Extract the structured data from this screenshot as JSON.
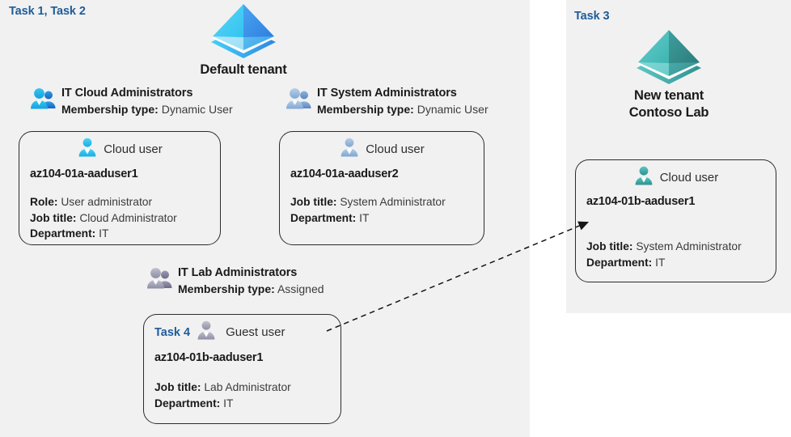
{
  "panels": {
    "left_task_label": "Task 1, Task 2",
    "right_task_label": "Task 3"
  },
  "tenants": [
    {
      "id": "default-tenant",
      "icon": "azure-ad-tenant-icon",
      "caption_line1": "Default tenant",
      "caption_line2": "",
      "color": "#3fa9f5"
    },
    {
      "id": "new-tenant",
      "icon": "azure-ad-tenant-icon",
      "caption_line1": "New  tenant",
      "caption_line2": "Contoso Lab",
      "color": "#45aeae"
    }
  ],
  "groups": [
    {
      "id": "it-cloud-administrators",
      "icon": "group-users-icon",
      "title": "IT Cloud Administrators",
      "meta_label": "Membership type:",
      "meta_value": "Dynamic User",
      "color": "#1aabe3"
    },
    {
      "id": "it-system-administrators",
      "icon": "group-users-icon",
      "title": "IT System Administrators",
      "meta_label": "Membership type:",
      "meta_value": "Dynamic User",
      "color": "#8aaed8"
    },
    {
      "id": "it-lab-administrators",
      "icon": "group-users-icon",
      "title": "IT Lab Administrators",
      "meta_label": "Membership type:",
      "meta_value": "Assigned",
      "color": "#9a9ab0"
    }
  ],
  "cards": [
    {
      "id": "card-az104-01a-aaduser1",
      "task_tag": "",
      "user_type": "Cloud user",
      "avatar_icon": "cloud-user-icon",
      "name": "az104-01a-aaduser1",
      "attributes": [
        {
          "label": "Role:",
          "value": "User administrator"
        },
        {
          "label": "Job title:",
          "value": "Cloud Administrator"
        },
        {
          "label": "Department:",
          "value": "IT"
        }
      ]
    },
    {
      "id": "card-az104-01a-aaduser2",
      "task_tag": "",
      "user_type": "Cloud user",
      "avatar_icon": "cloud-user-icon",
      "name": "az104-01a-aaduser2",
      "attributes": [
        {
          "label": "Job title:",
          "value": "System Administrator"
        },
        {
          "label": "Department:",
          "value": "IT"
        }
      ]
    },
    {
      "id": "card-az104-01b-aaduser1-new-tenant",
      "task_tag": "",
      "user_type": "Cloud user",
      "avatar_icon": "cloud-user-icon",
      "name": "az104-01b-aaduser1",
      "attributes": [
        {
          "label": "Job title:",
          "value": "System Administrator"
        },
        {
          "label": "Department:",
          "value": "IT"
        }
      ]
    },
    {
      "id": "card-az104-01b-aaduser1-guest",
      "task_tag": "Task 4",
      "user_type": "Guest user",
      "avatar_icon": "guest-user-icon",
      "name": "az104-01b-aaduser1",
      "attributes": [
        {
          "label": "Job title:",
          "value": "Lab Administrator"
        },
        {
          "label": "Department:",
          "value": "IT"
        }
      ]
    }
  ],
  "connector": {
    "name": "guest-user-invitation-arrow",
    "style": "dashed",
    "from": "card-az104-01b-aaduser1-guest",
    "to": "card-az104-01b-aaduser1-new-tenant"
  },
  "colors": {
    "panel_background": "#f1f1f1",
    "page_background": "#ffffff",
    "task_accent": "#1f5c99",
    "card_border": "#2b2b2b",
    "text_primary": "#1a1a1a",
    "text_secondary": "#3b3b3b"
  }
}
